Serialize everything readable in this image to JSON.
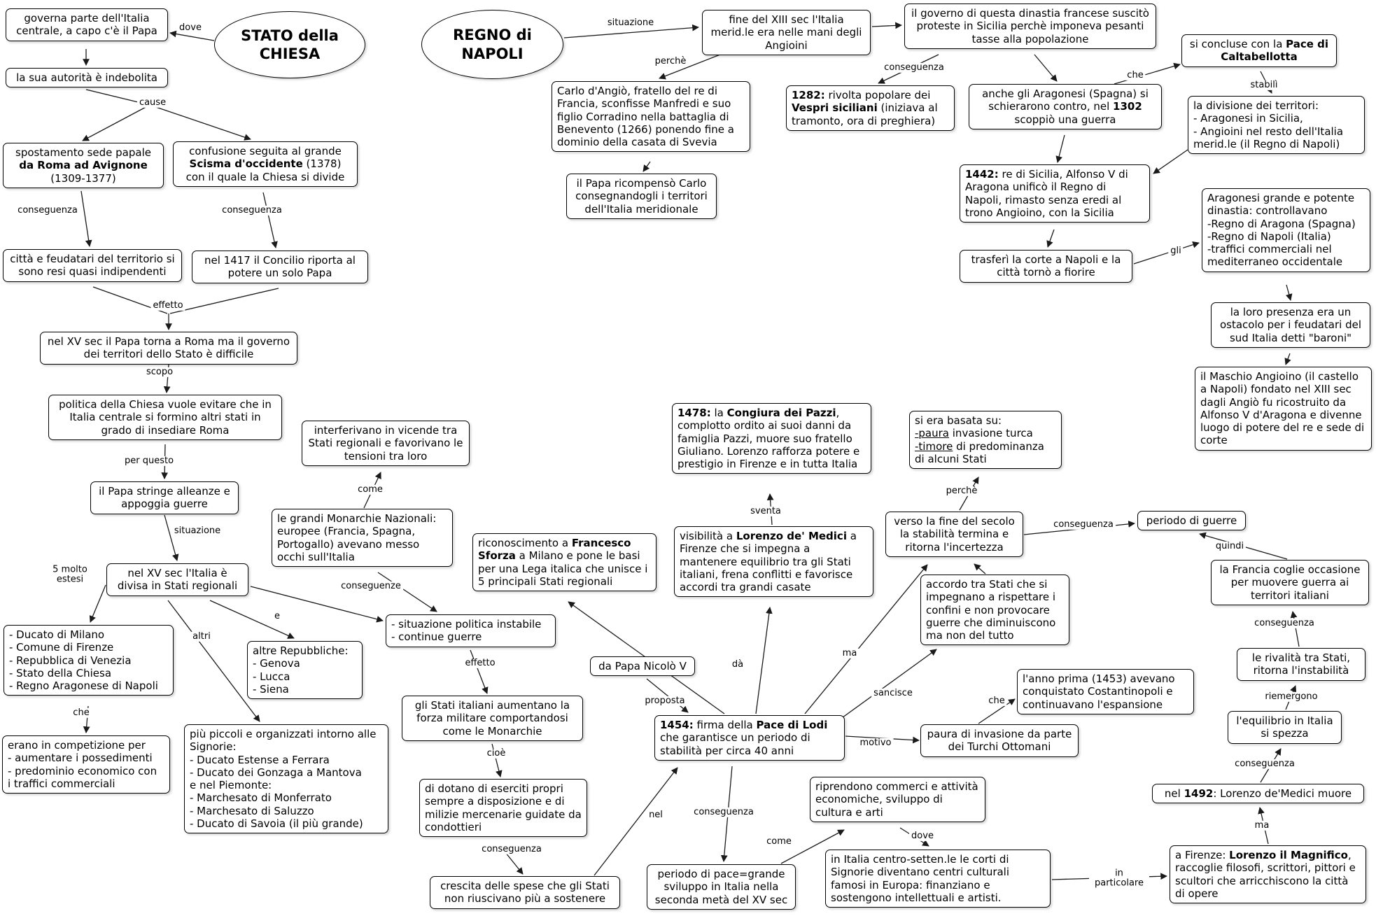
{
  "ellipses": {
    "stato": "STATO della CHIESA",
    "regno": "REGNO di NAPOLI"
  },
  "nodes": {
    "governa": "governa parte dell'Italia centrale, a capo c'è il Papa",
    "indebolita": "la sua autorità è indebolita",
    "spostamento": "spostamento sede papale **da Roma ad Avignone** (1309-1377)",
    "scisma": "confusione seguita al grande **Scisma d'occidente** (1378) con il quale la Chiesa si divide",
    "citta_feud": "città e feudatari del territorio si sono resi quasi indipendenti",
    "concilio": "nel 1417 il Concilio riporta al potere un solo Papa",
    "xv_papa": "nel XV sec il Papa torna a Roma ma il governo dei territori dello Stato è difficile",
    "politica": "politica della Chiesa vuole evitare che in Italia centrale si formino altri stati in grado di insediare Roma",
    "alleanze": "il Papa stringe alleanze e appoggia guerre",
    "interferivano": "interferivano in vicende tra Stati regionali e favorivano le tensioni tra loro",
    "monarchie": "le grandi Monarchie Nazionali: europee (Francia, Spagna, Portogallo) avevano messo occhi sull'Italia",
    "italia_stati": "nel XV sec l'Italia è divisa in Stati regionali",
    "ducati": "- Ducato di Milano\n- Comune di Firenze\n- Repubblica di Venezia\n- Stato della Chiesa\n- Regno Aragonese di Napoli",
    "altre_rep": "altre Repubbliche:\n- Genova\n- Lucca\n- Siena",
    "competizione": "erano in competizione per\n- aumentare i possedimenti\n- predominio economico con\ni traffici commerciali",
    "signorie": "più piccoli e organizzati intorno alle Signorie:\n- Ducato Estense a Ferrara\n- Ducato dei Gonzaga a Mantova\ne nel Piemonte:\n- Marchesato di Monferrato\n- Marchesato di Saluzzo\n- Ducato di Savoia (il più grande)",
    "situaz_instab": "- situazione politica instabile\n- continue guerre",
    "stati_aum": "gli Stati italiani aumentano la forza militare comportandosi come le Monarchie",
    "eserciti": "di dotano di eserciti propri sempre a disposizione e di milizie mercenarie guidate da condottieri",
    "crescita": "crescita delle spese che gli Stati non riuscivano più a sostenere",
    "fine_xiii": "fine del XIII sec l'Italia merid.le era nelle mani degli Angioini",
    "governo_dinastia": "il governo di questa dinastia francese suscitò proteste in Sicilia perchè imponeva pesanti tasse alla popolazione",
    "carlo_angio": "Carlo d'Angiò, fratello del re di Francia, sconfisse Manfredi e suo figlio Corradino nella battaglia di Benevento (1266) ponendo fine a dominio della casata di Svevia",
    "vespri": "**1282:** rivolta popolare dei **Vespri siciliani** (iniziava al tramonto, ora di preghiera)",
    "aragonesi_contro": "anche gli Aragonesi (Spagna) si schierarono contro, nel **1302** scoppiò una guerra",
    "caltabellotta": "si concluse con la **Pace di Caltabellotta**",
    "divisione": "la divisione dei territori:\n- Aragonesi in Sicilia,\n- Angioini nel resto dell'Italia merid.le (il Regno di Napoli)",
    "papa_ricompenso": "il Papa ricompensò Carlo consegnandogli i territori dell'Italia meridionale",
    "alfonso": "**1442:** re di Sicilia, Alfonso V di Aragona unificò il Regno di Napoli, rimasto senza eredi al trono Angioino, con la Sicilia",
    "corte_napoli": "trasferì la corte a Napoli e la città tornò a fiorire",
    "aragonesi_din": "Aragonesi grande e potente dinastia: controllavano\n-Regno di Aragona (Spagna)\n-Regno di Napoli (Italia)\n-traffici commerciali nel mediterraneo occidentale",
    "baroni": "la loro presenza era un ostacolo per i feudatari del sud Italia detti \"baroni\"",
    "maschio": "il Maschio Angioino (il castello a Napoli) fondato nel XIII sec dagli Angiò fu ricostruito da Alfonso V d'Aragona e divenne luogo di potere del re e sede di corte",
    "congiura": "**1478:** la **Congiura dei Pazzi**, complotto ordito ai suoi danni da famiglia Pazzi, muore suo fratello Giuliano. Lorenzo rafforza potere e prestigio in Firenze e in tutta Italia",
    "basata_su": "si era basata su:\n__-paura__ invasione turca\n__-timore__ di predominanza\ndi alcuni Stati",
    "sforza": "riconoscimento a **Francesco Sforza** a Milano e pone le basi per una Lega italica che unisce i 5 principali Stati regionali",
    "visibilita": "visibilità a **Lorenzo de' Medici** a Firenze che si impegna a mantenere equilibrio tra gli Stati italiani, frena conflitti e favorisce accordi tra grandi casate",
    "fine_secolo": "verso la fine del secolo la stabilità termina e ritorna l'incertezza",
    "periodo_guerre": "periodo di guerre",
    "accordo": "accordo tra Stati che si impegnano a rispettare i confini e non provocare guerre che diminuiscono ma non del tutto",
    "francia": "la Francia coglie occasione per muovere guerra ai territori italiani",
    "papa_nicolo": "da Papa Nicolò V",
    "rivalita": "le rivalità tra Stati, ritorna l'instabilità",
    "costantinopoli": "l'anno prima (1453) avevano conquistato Costantinopoli e continuavano l'espansione",
    "pace_lodi": "**1454:** firma della **Pace di Lodi** che garantisce un periodo di stabilità per circa 40 anni",
    "paura_turchi": "paura di invasione da parte dei Turchi Ottomani",
    "equilibrio": "l'equilibrio in Italia si spezza",
    "commerci": "riprendono commerci e attività economiche, sviluppo di cultura e arti",
    "lorenzo_muore": "nel **1492**: Lorenzo de'Medici muore",
    "periodo_pace": "periodo di pace=grande sviluppo in Italia nella seconda metà del XV sec",
    "corti": "in Italia centro-setten.le le corti di Signorie diventano centri culturali famosi in Europa: finanziano e sostengono intellettuali e artisti.",
    "magnifico": "a Firenze: **Lorenzo il Magnifico**, raccoglie filosofi, scrittori, pittori e scultori che arricchiscono la città di opere"
  },
  "labels": {
    "dove1": "dove",
    "cause": "cause",
    "cons1": "conseguenza",
    "cons2": "conseguenza",
    "effetto1": "effetto",
    "scopo": "scopo",
    "per_questo": "per questo",
    "situazione1": "situazione",
    "come1": "come",
    "cinque": "5 molto\nestesi",
    "altri": "altri",
    "e": "e",
    "conseguenze": "conseguenze",
    "che1": "che",
    "effetto2": "effetto",
    "cioe": "cioè",
    "cons3": "conseguenza",
    "situazione2": "situazione",
    "perche1": "perchè",
    "cons4": "conseguenza",
    "che2": "che",
    "stabili": "stabilì",
    "gli": "gli",
    "sventa": "sventa",
    "perche2": "perchè",
    "cons5": "conseguenza",
    "quindi": "quindi",
    "cons6": "conseguenza",
    "ma1": "ma",
    "da": "dà",
    "proposta": "proposta",
    "sancisce": "sancisce",
    "che3": "che",
    "motivo": "motivo",
    "riemergono": "riemergono",
    "cons7": "conseguenza",
    "nel": "nel",
    "cons8": "conseguenza",
    "come2": "come",
    "dove2": "dove",
    "ma2": "ma",
    "in_particolare": "in\nparticolare"
  }
}
